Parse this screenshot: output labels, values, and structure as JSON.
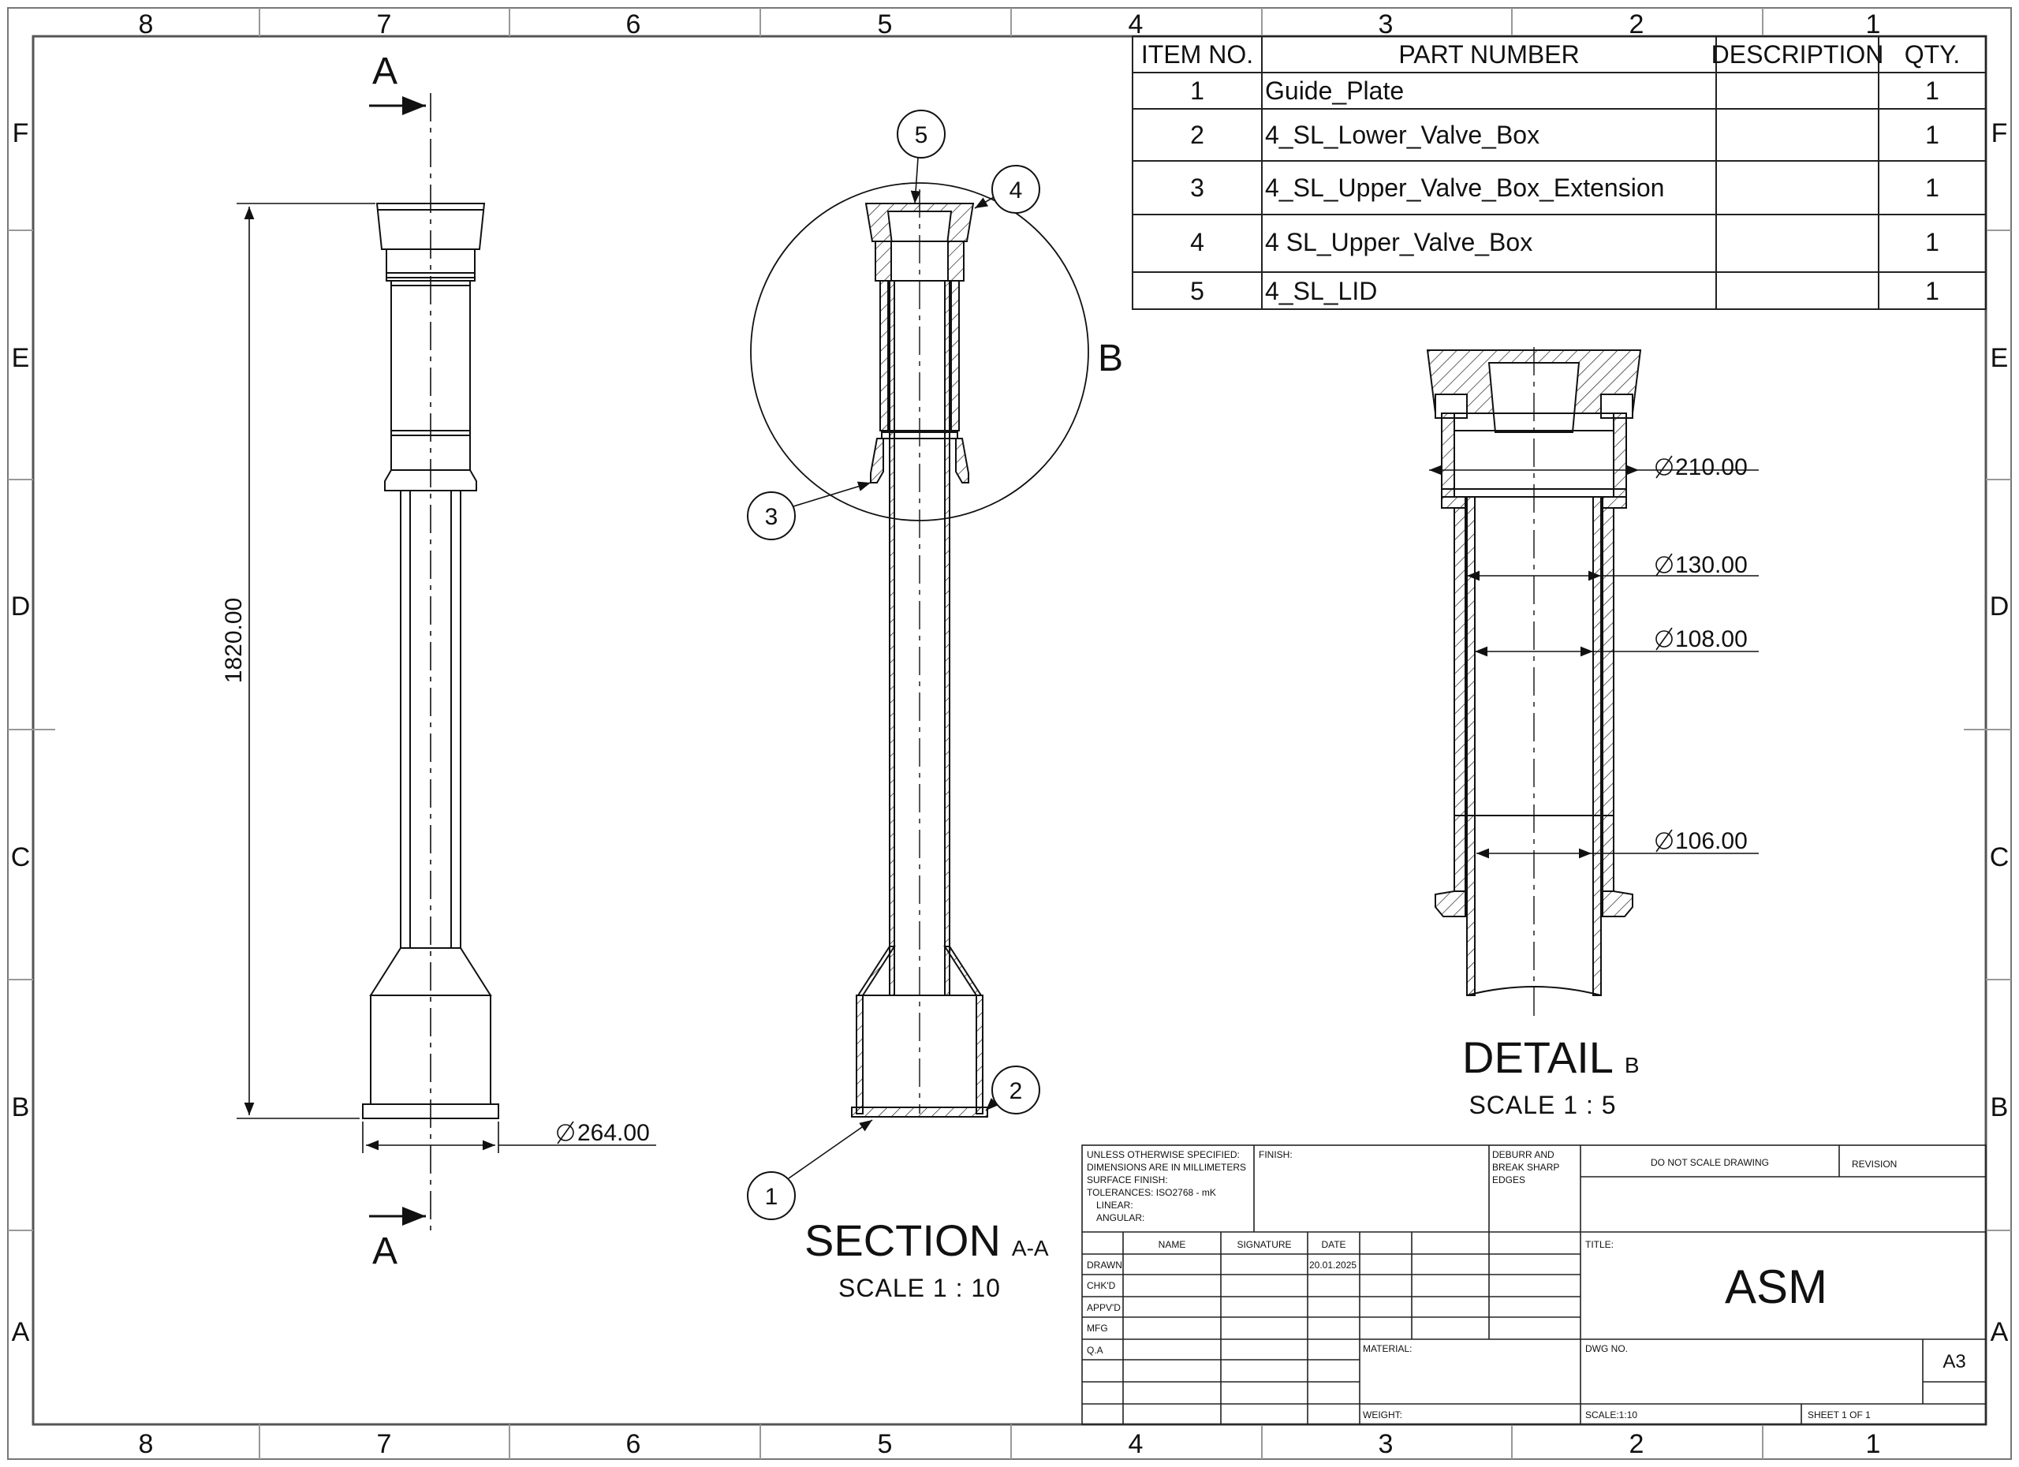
{
  "zones": {
    "columns": [
      "8",
      "7",
      "6",
      "5",
      "4",
      "3",
      "2",
      "1"
    ],
    "rows": [
      "F",
      "E",
      "D",
      "C",
      "B",
      "A"
    ]
  },
  "bom": {
    "headers": [
      "ITEM NO.",
      "PART NUMBER",
      "DESCRIPTION",
      "QTY."
    ],
    "rows": [
      {
        "item": "1",
        "part": "Guide_Plate",
        "desc": "",
        "qty": "1"
      },
      {
        "item": "2",
        "part": "4_SL_Lower_Valve_Box",
        "desc": "",
        "qty": "1"
      },
      {
        "item": "3",
        "part": "4_SL_Upper_Valve_Box_Extension",
        "desc": "",
        "qty": "1"
      },
      {
        "item": "4",
        "part": "4 SL_Upper_Valve_Box",
        "desc": "",
        "qty": "1"
      },
      {
        "item": "5",
        "part": "4_SL_LID",
        "desc": "",
        "qty": "1"
      }
    ]
  },
  "front_view": {
    "section_letter_top": "A",
    "section_letter_bottom": "A",
    "height_dim": "1820.00",
    "diameter_dim": "264.00"
  },
  "section_view": {
    "title": "SECTION",
    "suffix": "A-A",
    "scale": "SCALE  1 : 10",
    "detail_letter": "B",
    "balloons": [
      "1",
      "2",
      "3",
      "4",
      "5"
    ]
  },
  "detail_view": {
    "title": "DETAIL",
    "suffix": "B",
    "scale": "SCALE  1 : 5",
    "dims": [
      "210.00",
      "130.00",
      "108.00",
      "106.00"
    ]
  },
  "title_block": {
    "notes": [
      "UNLESS OTHERWISE SPECIFIED:",
      "DIMENSIONS ARE IN MILLIMETERS",
      "SURFACE FINISH:",
      "TOLERANCES: ISO2768 - mK",
      "LINEAR:",
      "ANGULAR:"
    ],
    "finish": "FINISH:",
    "deburr": [
      "DEBURR AND",
      "BREAK SHARP",
      "EDGES"
    ],
    "do_not_scale": "DO NOT SCALE DRAWING",
    "revision": "REVISION",
    "col_name": "NAME",
    "col_signature": "SIGNATURE",
    "col_date": "DATE",
    "rows": [
      "DRAWN",
      "CHK'D",
      "APPV'D",
      "MFG",
      "Q.A"
    ],
    "drawn_date": "20.01.2025",
    "title_label": "TITLE:",
    "title": "ASM",
    "material": "MATERIAL:",
    "dwg_no": "DWG NO.",
    "size": "A3",
    "weight": "WEIGHT:",
    "scale": "SCALE:1:10",
    "sheet": "SHEET 1 OF 1"
  }
}
